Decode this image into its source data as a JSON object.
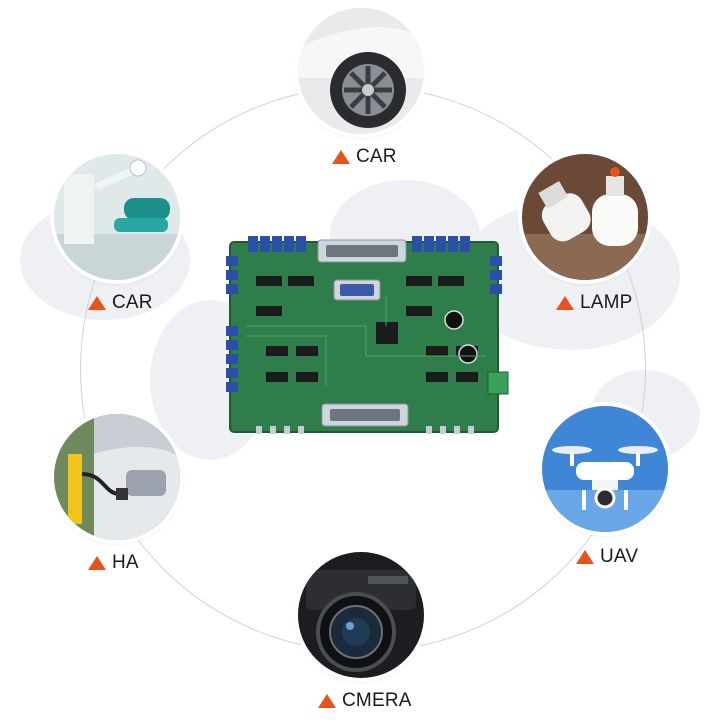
{
  "colors": {
    "accent_triangle": "#e8531c",
    "ring": "#cfd3d8",
    "pcb_green": "#2f7d4a",
    "connector_blue": "#2a4fa8"
  },
  "center": {
    "icon": "circuit-board-icon"
  },
  "applications": [
    {
      "label": "CAR",
      "icon": "car-wheel-icon"
    },
    {
      "label": "CAR",
      "icon": "dental-equipment-icon"
    },
    {
      "label": "LAMP",
      "icon": "led-lamp-icon"
    },
    {
      "label": "HA",
      "icon": "ev-charging-icon"
    },
    {
      "label": "UAV",
      "icon": "drone-icon"
    },
    {
      "label": "CMERA",
      "icon": "camera-icon"
    }
  ]
}
